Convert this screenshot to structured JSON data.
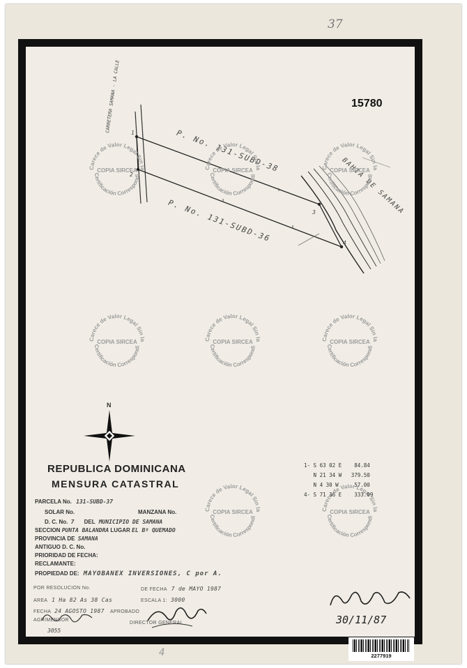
{
  "page_number": "37",
  "plan_number": "15780",
  "stamp": {
    "top_text": "Carece de Valor Legal Sin la",
    "center_text": "COPIA SIRCEA",
    "bottom_text": "Certificación Correspondiente"
  },
  "plan": {
    "road_label": "CARRETERA SAMANA - LA CALLE",
    "parcel_top_label": "P. No. 131-SUBD-38",
    "parcel_bottom_label": "P. No. 131-SUBD-36",
    "bay_label": "BAHIA DE SAMANA",
    "point_labels": [
      "1",
      "2",
      "3",
      "4"
    ]
  },
  "compass_north": "N",
  "titles": {
    "line1": "REPUBLICA DOMINICANA",
    "line2": "MENSURA CATASTRAL"
  },
  "form": {
    "parcela_label": "PARCELA No.",
    "parcela_value": "131-SUBD-37",
    "solar_label": "SOLAR No.",
    "manzana_label": "MANZANA No.",
    "dc_label": "D. C. No.",
    "dc_value": "7",
    "del_label": "DEL",
    "municipio_value": "MUNICIPIO DE SAMANA",
    "seccion_label": "SECCION",
    "seccion_value": "PUNTA BALANDRA",
    "lugar_label": "LUGAR",
    "lugar_value": "EL Bº QUEMADO",
    "provincia_label": "PROVINCIA DE",
    "provincia_value": "SAMANA",
    "antiguo_label": "ANTIGUO D. C. No.",
    "prioridad_label": "PRIORIDAD DE FECHA:",
    "reclamante_label": "RECLAMANTE:",
    "propiedad_label": "PROPIEDAD DE:",
    "propiedad_value": "MAYOBANEX INVERSIONES, C por A.",
    "resolucion_label": "POR RESOLUCION No.",
    "fecha_label": "DE FECHA",
    "fecha_value": "7 de MAYO 1987",
    "area_label": "AREA",
    "area_value": "1 Ha 82 As 38 Cas",
    "escala_label": "ESCALA 1:",
    "escala_value": "3000",
    "fecha2_label": "FECHA",
    "fecha2_value": "24 AGOSTO 1987",
    "aprobado_label": "APROBADO",
    "agrimensor_label": "AGRIMENSOR",
    "codigo_value": "3055",
    "director_label": "DIRECTOR GENERAL"
  },
  "bearings": [
    {
      "point": "1-",
      "bearing": "S 63 02 E",
      "distance": "84.84"
    },
    {
      "point": "",
      "bearing": "N 21 34 W",
      "distance": "379.50"
    },
    {
      "point": "",
      "bearing": "N 4 30 W",
      "distance": "57.00"
    },
    {
      "point": "4-",
      "bearing": "S 71 36 E",
      "distance": "333.09"
    }
  ],
  "signature_date": "30/11/87",
  "barcode_number": "2277919",
  "bottom_mark": "4"
}
